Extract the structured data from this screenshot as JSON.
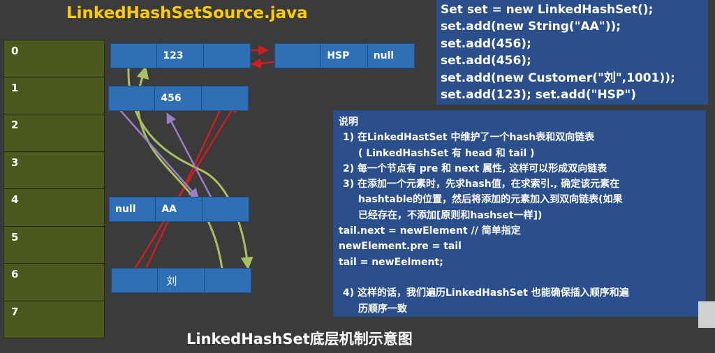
{
  "title": "LinkedHashSetSource.java",
  "caption": "LinkedHashSet底层机制示意图",
  "table": {
    "slots": [
      "0",
      "1",
      "2",
      "3",
      "4",
      "5",
      "6",
      "7"
    ]
  },
  "nodes": {
    "n123": {
      "cells": [
        "",
        "123",
        ""
      ]
    },
    "hsp": {
      "cells": [
        "",
        "HSP",
        "null"
      ]
    },
    "n456": {
      "cells": [
        "",
        "456",
        ""
      ]
    },
    "aa": {
      "cells": [
        "null",
        "AA",
        ""
      ]
    },
    "liu": {
      "cells": [
        "",
        "刘",
        ""
      ]
    }
  },
  "code": {
    "lines": [
      "Set set = new LinkedHashSet();",
      "set.add(new String(\"AA\"));",
      "set.add(456);",
      "set.add(456);",
      "set.add(new Customer(\"刘\",1001));",
      "set.add(123); set.add(\"HSP\")"
    ]
  },
  "note": {
    "heading": "说明",
    "lines": [
      "1)  在LinkedHastSet 中维护了一个hash表和双向链表",
      "( LinkedHashSet 有 head 和 tail )",
      "2)  每一个节点有 pre 和 next 属性, 这样可以形成双向链表",
      "3)  在添加一个元素时，先求hash值，在求索引., 确定该元素在",
      "hashtable的位置，然后将添加的元素加入到双向链表(如果",
      "已经存在，不添加[原则和hashset一样])",
      "tail.next = newElement // 简单指定",
      "newElement.pre = tail",
      "tail = newEelment;",
      "",
      "4)  这样的话，我们遍历LinkedHashSet 也能确保插入顺序和遍",
      "历顺序一致"
    ]
  },
  "colors": {
    "title": "#ffcc00",
    "table": "#4b5a1c",
    "node": "#2f6fb5",
    "box": "#2a4f8c",
    "arrow_red": "#cc1f1f",
    "arrow_green": "#a8c060",
    "arrow_purple": "#9a7fc8"
  }
}
